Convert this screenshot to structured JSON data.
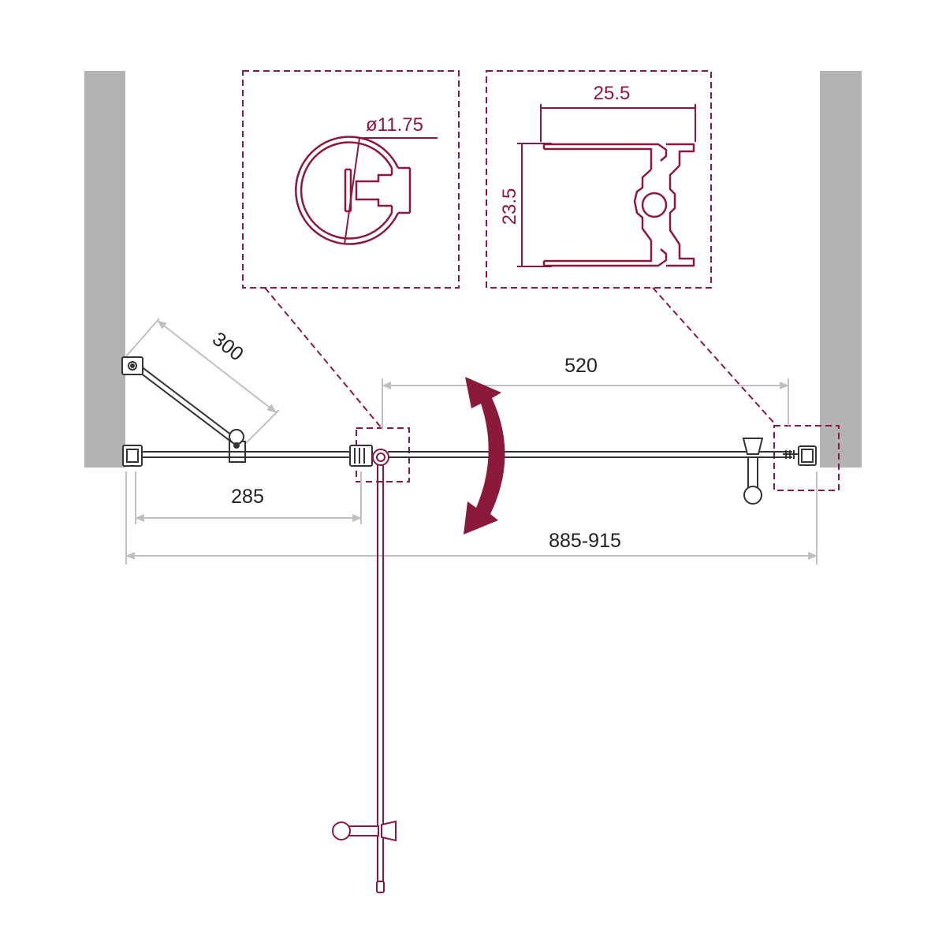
{
  "colors": {
    "wall": "#b3b3b3",
    "accent": "#8b1a3a",
    "dimension": "#c0c0c0",
    "line": "#333333",
    "background": "#ffffff"
  },
  "dimensions": {
    "stabilizer_bar": "300",
    "fixed_panel": "285",
    "door_opening": "520",
    "total_width": "885-915"
  },
  "details": {
    "hinge_profile_diameter": "ø11.75",
    "wall_profile_width": "25.5",
    "wall_profile_depth": "23.5"
  }
}
